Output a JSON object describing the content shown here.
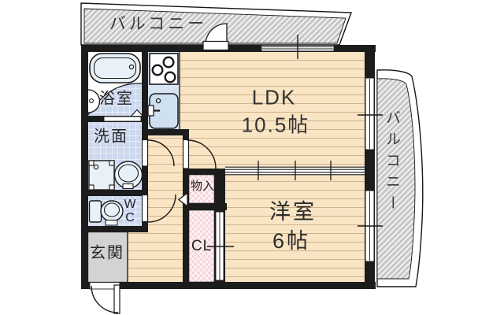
{
  "labels": {
    "balcony_top": "バルコニー",
    "balcony_right": "バルコニー",
    "bathroom": "浴室",
    "washroom": "洗面",
    "wc_line1": "W",
    "wc_line2": "C",
    "entrance": "玄関",
    "storage": "物入",
    "closet": "CL",
    "ldk_name": "LDK",
    "ldk_size": "10.5帖",
    "western_room_name": "洋室",
    "western_room_size": "6帖"
  },
  "colors": {
    "wall": "#1c1c1c",
    "outline": "#161616",
    "wood_floor": "#f9e4c3",
    "wood_line": "#cdb48f",
    "tile": "#ccd8ee",
    "kitchen_counter": "#d7e4f2",
    "fixture": "#e9f1f8",
    "sink_blue": "#cfe0f0",
    "entrance_floor": "#d3d3d3",
    "closet_pink": "#f7d5da",
    "balcony_gray": "#c9c9c9"
  }
}
